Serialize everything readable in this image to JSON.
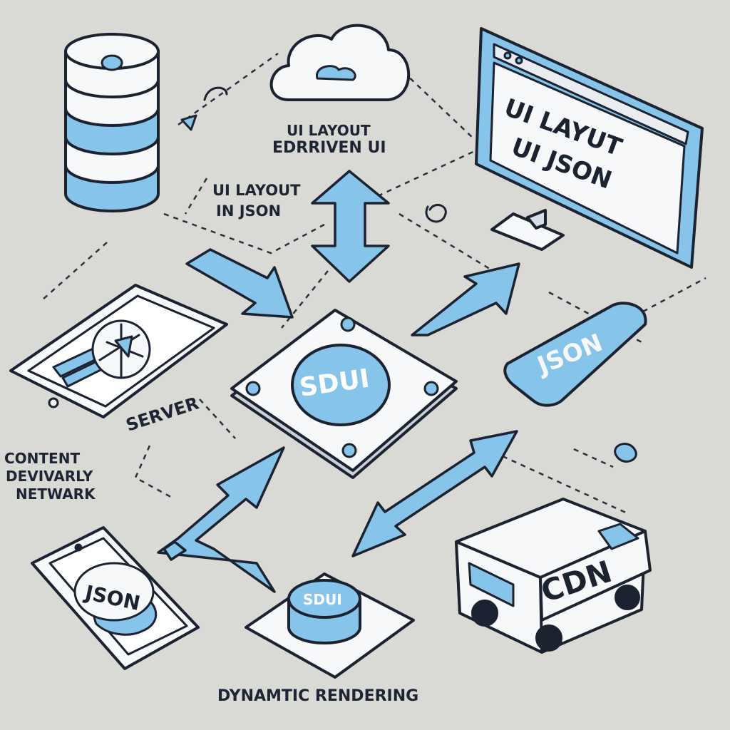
{
  "labels": {
    "ui_layout_top": "UI LAYOUT",
    "driven_ui": "EDRRIVEN UI",
    "ui_layout_json_1": "UI LAYOUT",
    "ui_layout_json_2": "IN JSON",
    "monitor_line1": "UI LAYUT",
    "monitor_line2": "UI JSON",
    "json_card": "JSON",
    "sdui_center": "SDUI",
    "server": "SERVER",
    "cdn_line1": "CONTENT",
    "cdn_line2": "DEVIVARLY",
    "cdn_line3": "NETWARK",
    "phone_json": "JSON",
    "sdui_small": "SDUI",
    "truck_cdn": "CDN",
    "dynamic_rendering": "DYNAMTIC RENDERING"
  },
  "colors": {
    "background": "#d9d9d6",
    "accent_blue": "#86c4ea",
    "ink": "#1b2230",
    "white": "#f7f8fa"
  },
  "icons": [
    "database-icon",
    "cloud-icon",
    "monitor-icon",
    "tablet-icon",
    "server-board-icon",
    "json-card-icon",
    "phone-icon",
    "sdui-button-icon",
    "truck-icon"
  ]
}
